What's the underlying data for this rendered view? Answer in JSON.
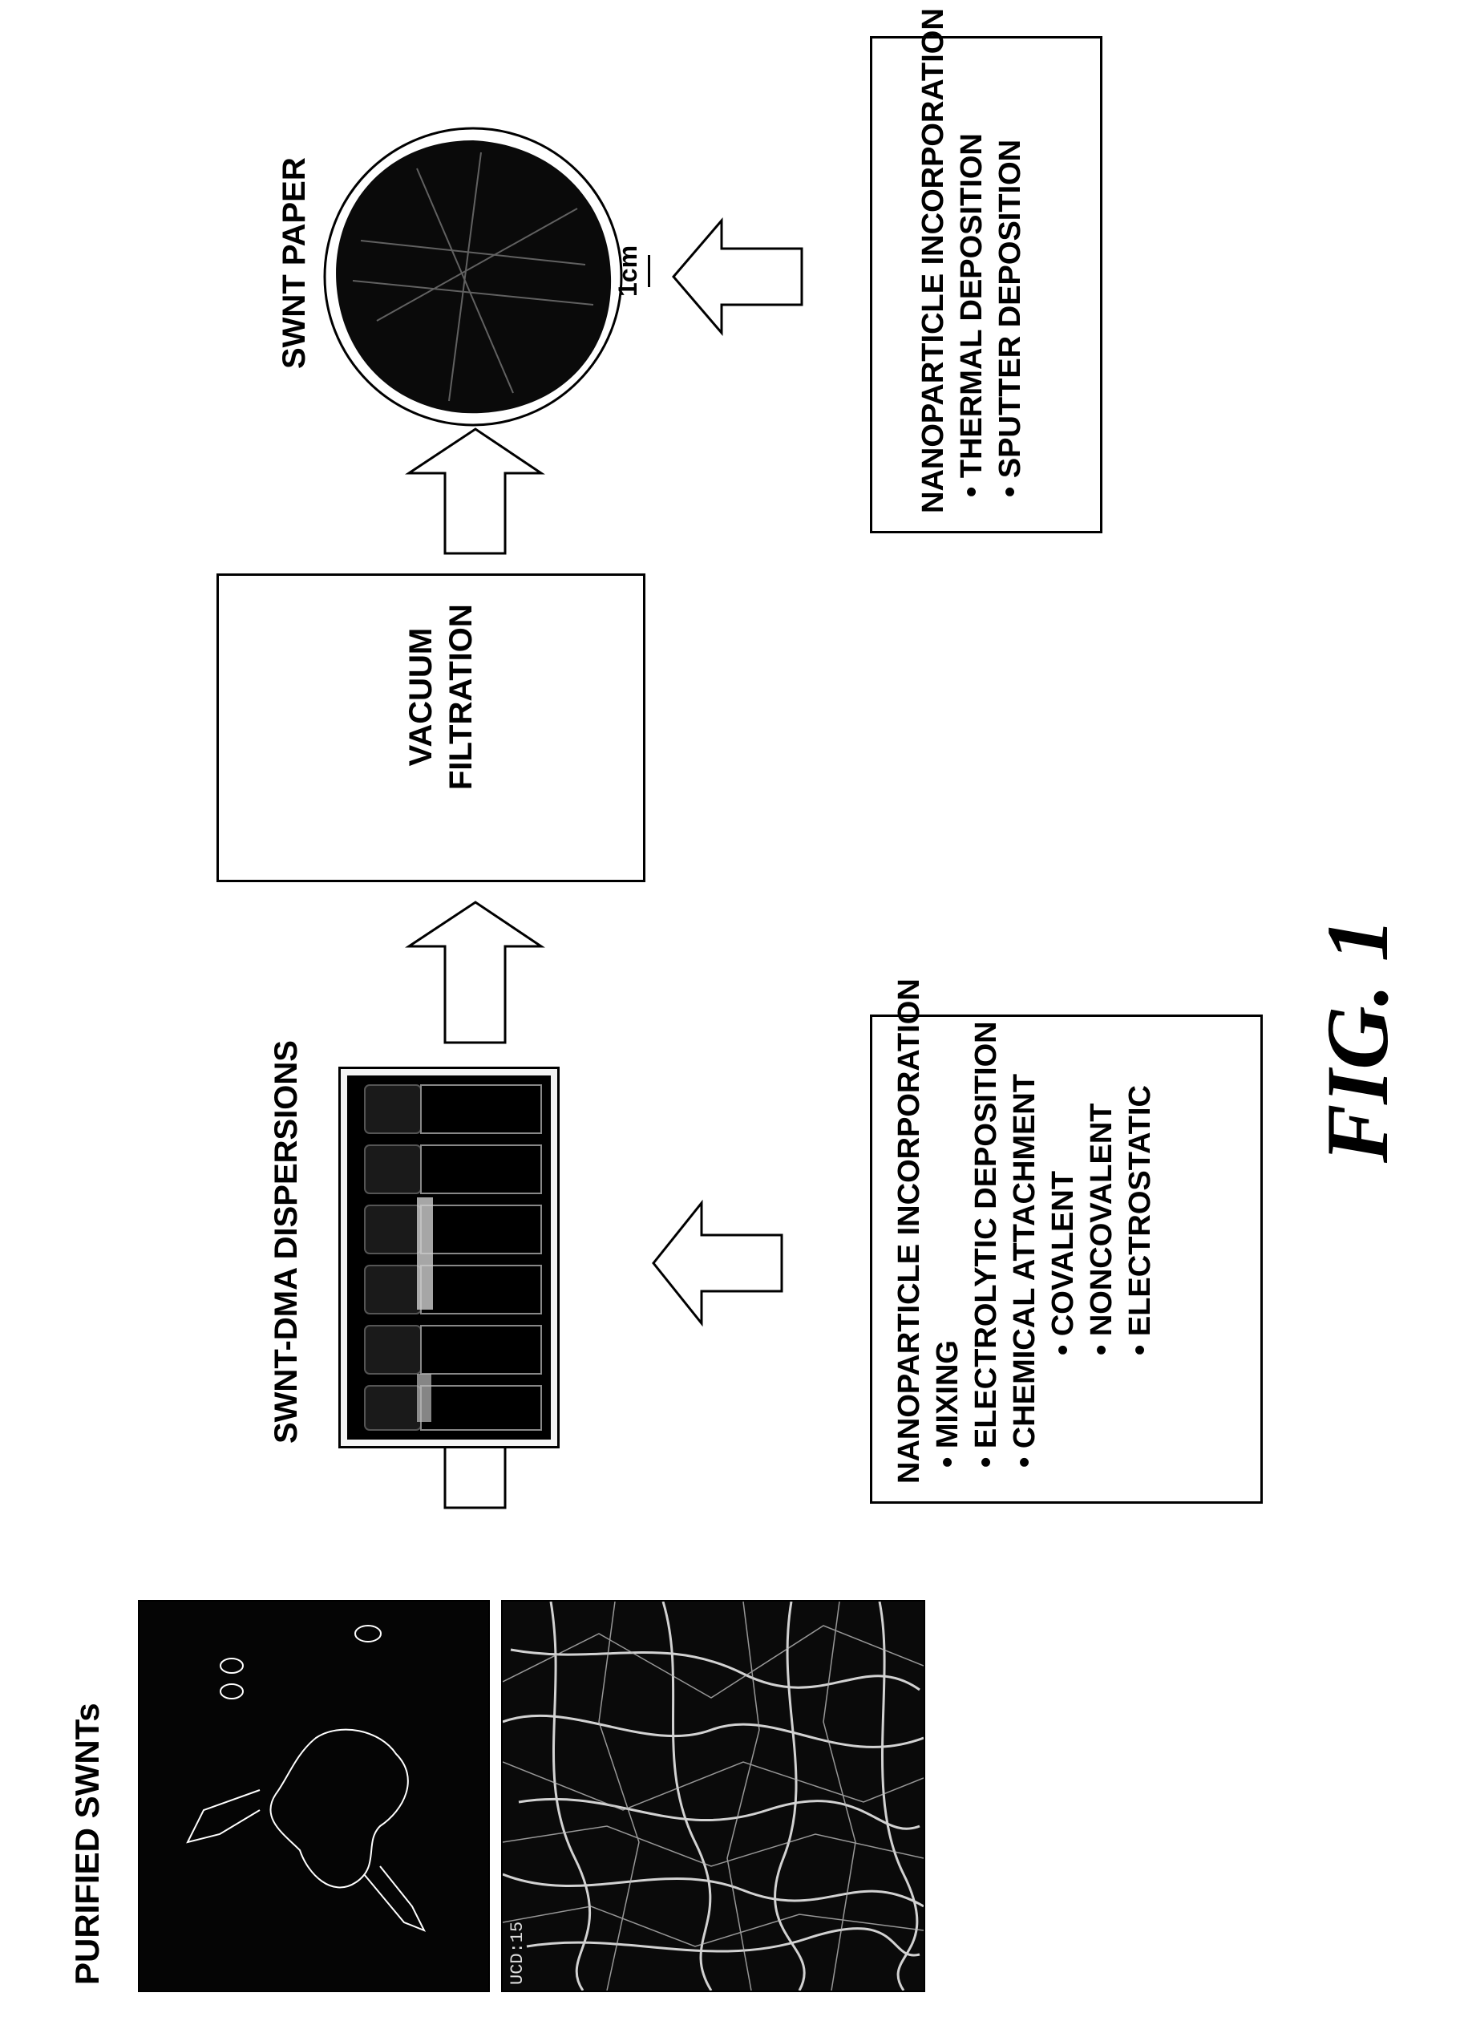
{
  "labels": {
    "purified": "PURIFIED SWNTs",
    "dispersions": "SWNT-DMA DISPERSIONS",
    "vacuum_line1": "VACUUM",
    "vacuum_line2": "FILTRATION",
    "paper": "SWNT PAPER",
    "scale": "1cm",
    "fig": "FIG. 1"
  },
  "box_lower": {
    "lines": [
      "NANOPARTICLE INCORPORATION",
      "• MIXING",
      "• ELECTROLYTIC DEPOSITION",
      "• CHEMICAL ATTACHMENT",
      "• COVALENT",
      "• NONCOVALENT",
      "• ELECTROSTATIC"
    ]
  },
  "box_upper": {
    "lines": [
      "NANOPARTICLE INCORPORATION",
      "• THERMAL DEPOSITION",
      "• SPUTTER DEPOSITION"
    ]
  },
  "micrograph_caption": "UCD:15"
}
